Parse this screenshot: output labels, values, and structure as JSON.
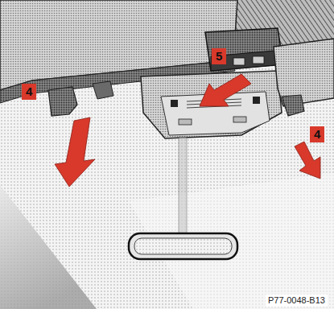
{
  "diagram": {
    "labels": [
      "5",
      "4",
      "4",
      "P77-0048-B13"
    ]
  }
}
